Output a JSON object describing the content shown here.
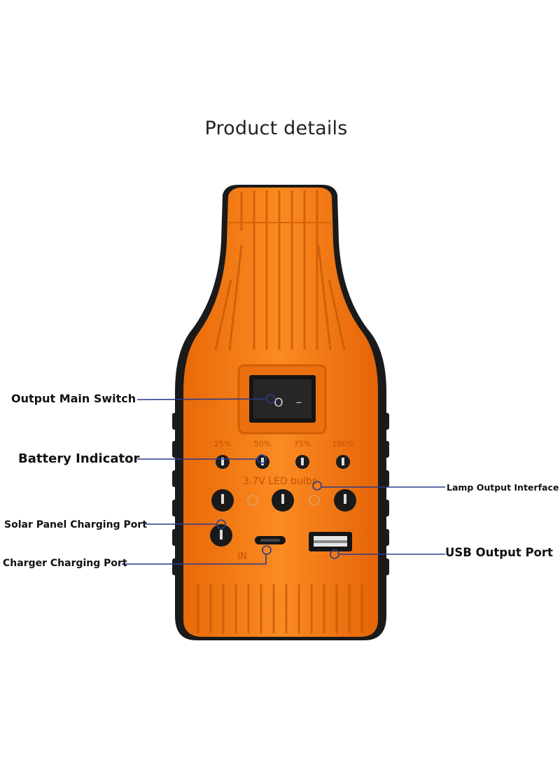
{
  "title": "Product details",
  "callouts": {
    "output_main_switch": "Output Main Switch",
    "battery_indicator": "Battery Indicator",
    "solar_panel_charging_port": "Solar Panel Charging Port",
    "charger_charging_port": "Charger Charging Port",
    "lamp_output_interface": "Lamp Output Interface",
    "usb_output_port": "USB Output Port"
  },
  "device": {
    "battery_levels": [
      "25%",
      "50%",
      "75%",
      "100%"
    ],
    "lamp_label": "3.7V LED bulbs",
    "input_label": "IN",
    "switch_on_symbol": "O",
    "switch_off_symbol": "–"
  },
  "colors": {
    "body_orange": "#f57a12",
    "frame_black": "#1a1a1a",
    "leader_line": "#2b3b8c"
  }
}
